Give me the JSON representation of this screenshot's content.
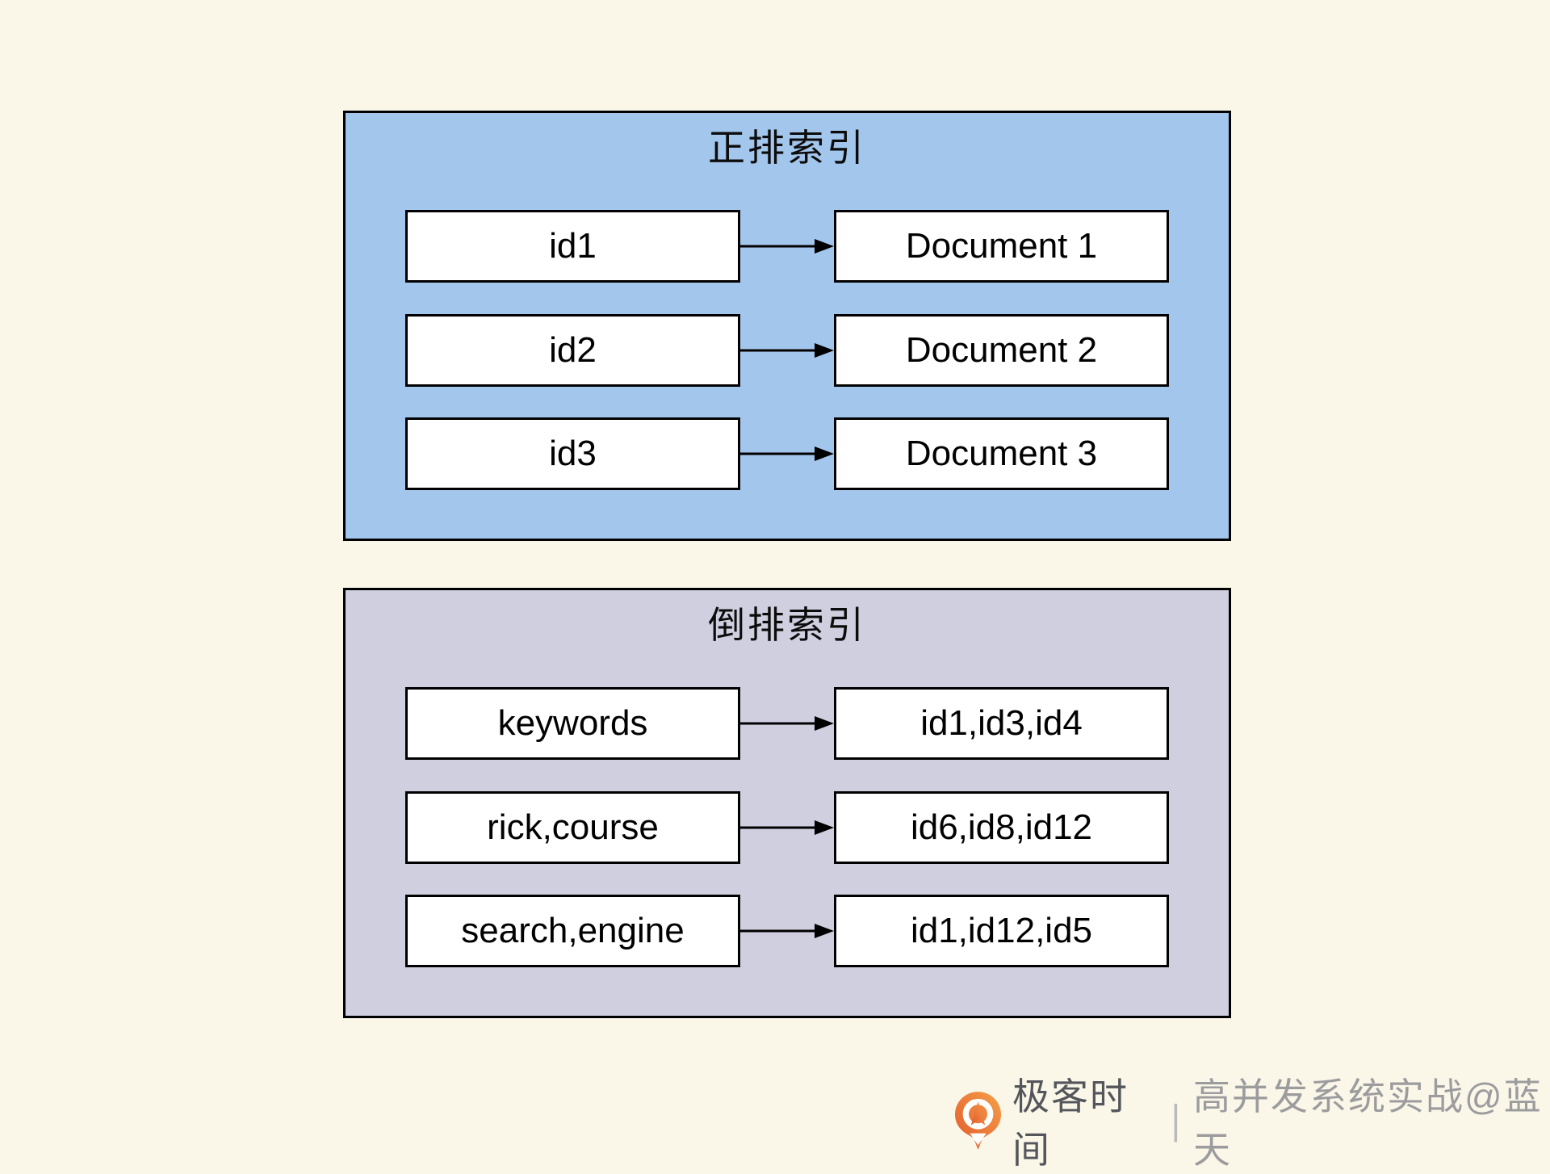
{
  "background_color": "#FAF7E9",
  "forward_index": {
    "title": "正排索引",
    "panel_color": "#A3C6EC",
    "rows": [
      {
        "left": "id1",
        "right": "Document 1"
      },
      {
        "left": "id2",
        "right": "Document 2"
      },
      {
        "left": "id3",
        "right": "Document 3"
      }
    ]
  },
  "inverted_index": {
    "title": "倒排索引",
    "panel_color": "#D0CFE0",
    "rows": [
      {
        "left": "keywords",
        "right": "id1,id3,id4"
      },
      {
        "left": "rick,course",
        "right": "id6,id8,id12"
      },
      {
        "left": "search,engine",
        "right": "id1,id12,id5"
      }
    ]
  },
  "watermark": {
    "brand": "极客时间",
    "divider": "|",
    "course": "高并发系统实战@蓝天",
    "logo_icon": "geektime-pin-icon",
    "logo_colors": {
      "start": "#F5A04A",
      "end": "#E2582B"
    },
    "brand_color": "#54565B",
    "course_color": "#9C9C9E"
  }
}
